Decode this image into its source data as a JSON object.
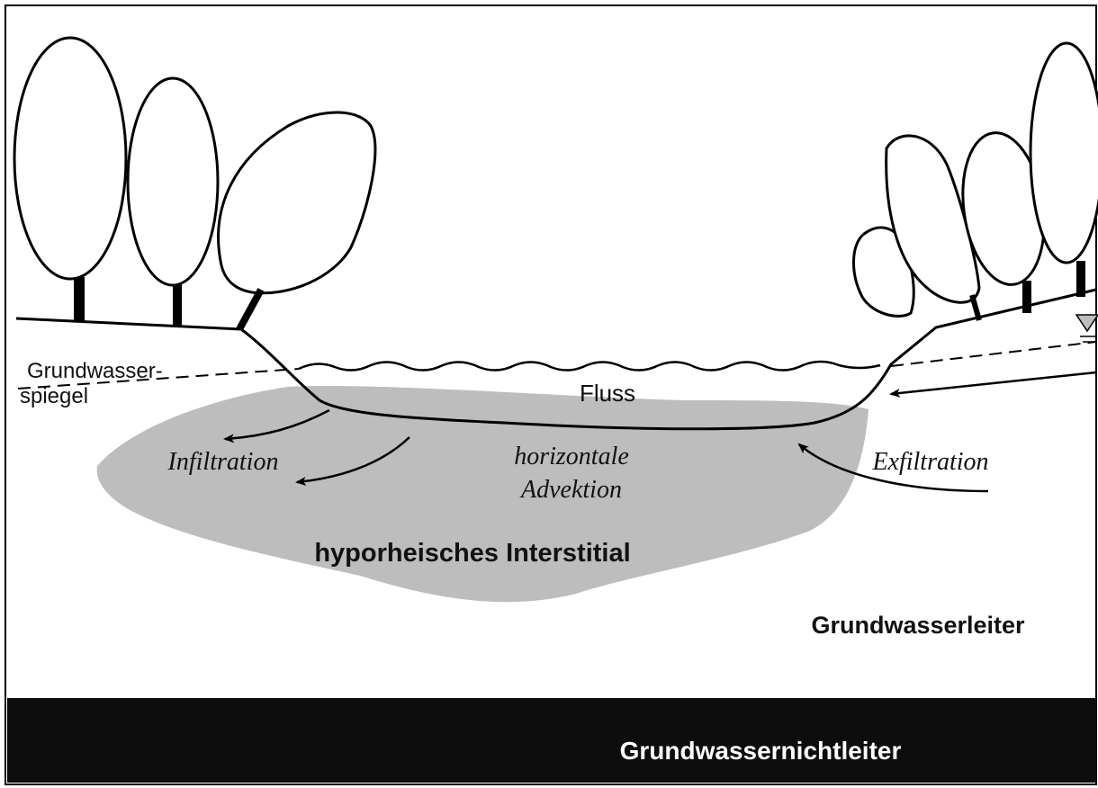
{
  "labels": {
    "groundwater_table": [
      "Grundwasser-",
      "spiegel"
    ],
    "river": "Fluss",
    "infiltration": "Infiltration",
    "horizontal_advection": [
      "horizontale",
      "Advektion"
    ],
    "exfiltration": "Exfiltration",
    "hyporheic_zone": "hyporheisches Interstitial",
    "aquifer": "Grundwasserleiter",
    "aquiclude": "Grundwassernichtleiter"
  },
  "colors": {
    "hyporheic_fill": "#bdbdbd",
    "aquiclude_fill": "#0d0d0d",
    "aquiclude_text": "#ffffff",
    "line": "#000000"
  }
}
